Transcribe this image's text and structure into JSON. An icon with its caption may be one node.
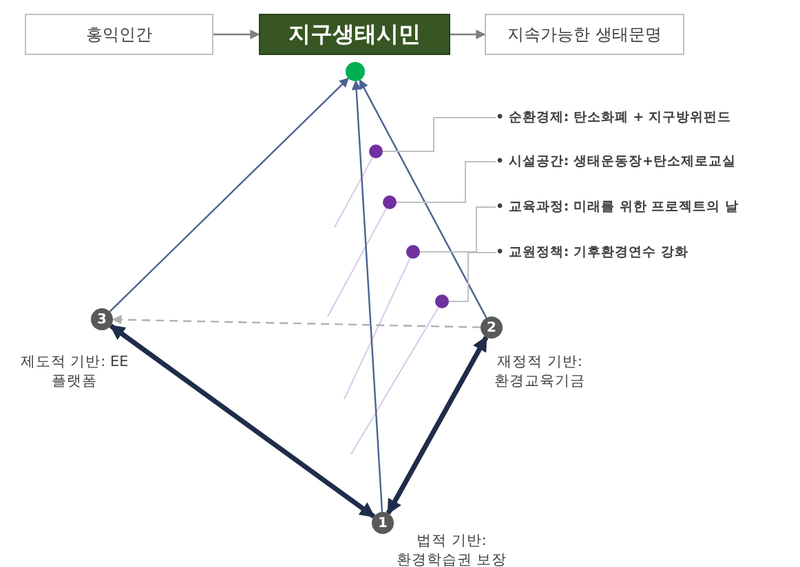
{
  "diagram": {
    "nodes": [
      {
        "text": [
          "홍익인간"
        ]
      },
      {
        "text": [
          "지구생태시민"
        ]
      },
      {
        "text": [
          "지속가능한 생태문명"
        ]
      },
      {
        "text": [],
        "shape": "circle"
      },
      {
        "text": [
          "3"
        ],
        "beside": [
          "제도적 기반: EE 플랫폼"
        ]
      },
      {
        "text": [
          "2"
        ],
        "beside": [
          "재정적 기반: 환경교육기금"
        ]
      },
      {
        "text": [
          "1"
        ],
        "beside": [
          "법적 기반: 환경학습권 보장"
        ]
      },
      {
        "text": [],
        "shape": "circle"
      },
      {
        "text": [],
        "shape": "circle"
      },
      {
        "text": [],
        "shape": "circle"
      },
      {
        "text": [],
        "shape": "circle"
      },
      {
        "text": [
          "• 순환경제: 탄소화폐 + 지구방위펀드"
        ]
      },
      {
        "text": [
          "• 시설공간: 생태운동장+탄소제로교실"
        ]
      },
      {
        "text": [
          "• 교육과정: 미래를 위한 프로젝트의 날"
        ]
      },
      {
        "text": [
          "• 교원정책: 기후환경연수 강화"
        ]
      }
    ],
    "edges": [
      {
        "from": 0,
        "to": 1,
        "arrow": "to",
        "color": "#7f7f7f"
      },
      {
        "from": 1,
        "to": 2,
        "arrow": "to",
        "color": "#7f7f7f"
      },
      {
        "from": 4,
        "to": 3,
        "arrow": "to",
        "color": "#4a6390"
      },
      {
        "from": 6,
        "to": 3,
        "arrow": "to",
        "color": "#4a6390"
      },
      {
        "from": 5,
        "to": 3,
        "arrow": "to",
        "color": "#4a6390"
      },
      {
        "from": 4,
        "to": 6,
        "arrow": "both",
        "style": "thick",
        "color": "#1f2d4a"
      },
      {
        "from": 6,
        "to": 5,
        "arrow": "both",
        "style": "thick",
        "color": "#1f2d4a"
      },
      {
        "from": 5,
        "to": 4,
        "arrow": "to",
        "style": "dashed",
        "color": "#b0b0b0"
      },
      {
        "from": 11,
        "to": 7,
        "arrow": "none"
      },
      {
        "from": 12,
        "to": 8,
        "arrow": "none"
      },
      {
        "from": 13,
        "to": 9,
        "arrow": "none"
      },
      {
        "from": 14,
        "to": 10,
        "arrow": "none"
      }
    ]
  }
}
